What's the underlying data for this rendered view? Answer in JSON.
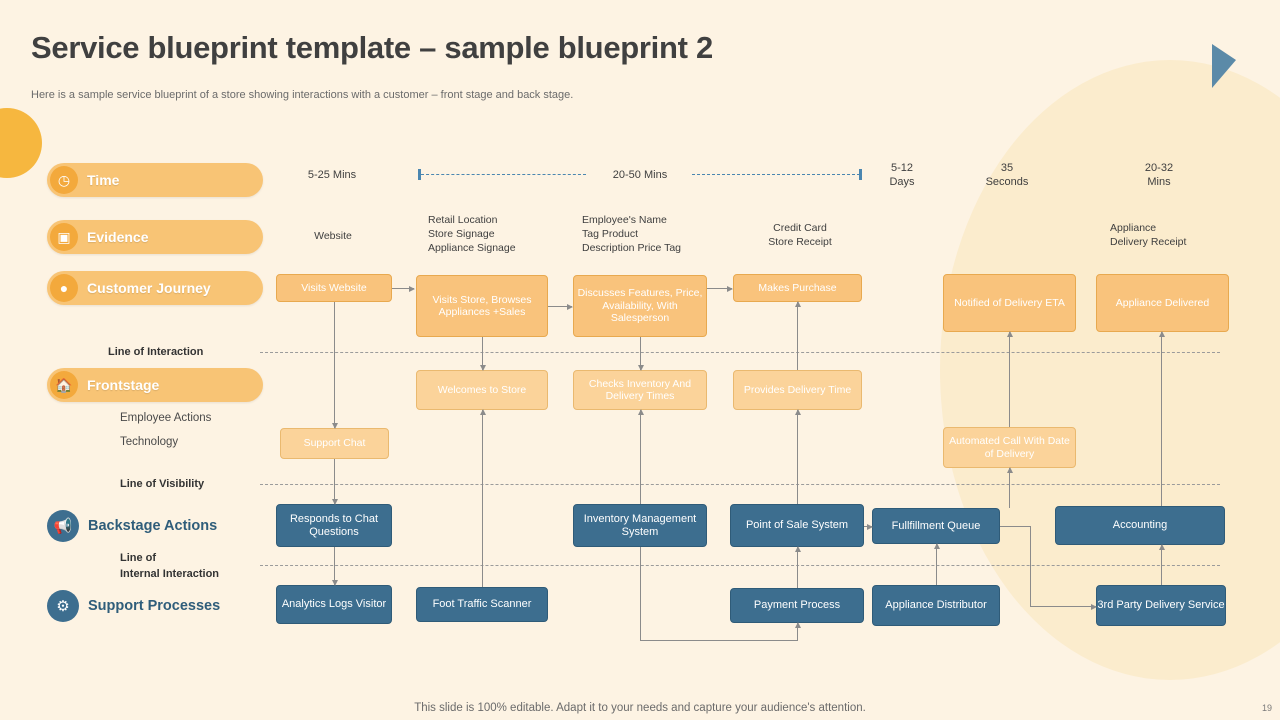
{
  "slide": {
    "title": "Service blueprint template – sample blueprint 2",
    "subtitle": "Here is a sample service blueprint of a store showing interactions with a customer – front stage and back stage.",
    "footer": "This slide is 100% editable. Adapt it to your needs and capture your audience's attention.",
    "page_number": "19"
  },
  "colors": {
    "background": "#fdf3e3",
    "orange": "#f9c37c",
    "orange_light": "#fbd39a",
    "blue": "#3d6e8f",
    "accent_blue": "#4a86b0",
    "title": "#404040"
  },
  "rows": {
    "time": {
      "label": "Time",
      "icon": "clock-icon"
    },
    "evidence": {
      "label": "Evidence",
      "icon": "evidence-icon"
    },
    "customer_journey": {
      "label": "Customer Journey",
      "icon": "pin-icon"
    },
    "frontstage": {
      "label": "Frontstage",
      "icon": "store-icon"
    },
    "backstage": {
      "label": "Backstage Actions",
      "icon": "megaphone-icon"
    },
    "support": {
      "label": "Support Processes",
      "icon": "gears-icon"
    }
  },
  "lines": {
    "interaction": "Line of Interaction",
    "visibility": "Line of Visibility",
    "internal_1": "Line of",
    "internal_2": "Internal Interaction"
  },
  "sub_labels": {
    "employee_actions": "Employee Actions",
    "technology": "Technology"
  },
  "times": [
    {
      "text": "5-25 Mins"
    },
    {
      "text": "20-50 Mins"
    },
    {
      "line1": "5-12",
      "line2": "Days"
    },
    {
      "line1": "35",
      "line2": "Seconds"
    },
    {
      "line1": "20-32",
      "line2": "Mins"
    }
  ],
  "evidence": [
    {
      "text": "Website"
    },
    {
      "lines": [
        "Retail Location",
        "Store Signage",
        "Appliance Signage"
      ]
    },
    {
      "lines": [
        "Employee's Name",
        "Tag Product",
        "Description Price Tag"
      ]
    },
    {
      "lines": [
        "Credit Card",
        "Store Receipt"
      ]
    },
    {
      "lines": [
        "Appliance",
        "Delivery Receipt"
      ]
    }
  ],
  "customer_journey_boxes": [
    {
      "text": "Visits Website"
    },
    {
      "text": "Visits Store, Browses Appliances +Sales"
    },
    {
      "text": "Discusses Features, Price, Availability, With Salesperson"
    },
    {
      "text": "Makes Purchase"
    },
    {
      "text": "Notified of Delivery ETA"
    },
    {
      "text": "Appliance Delivered"
    }
  ],
  "frontstage_boxes": [
    {
      "text": "Welcomes to Store"
    },
    {
      "text": "Checks Inventory And Delivery Times"
    },
    {
      "text": "Provides Delivery Time"
    },
    {
      "text": "Support Chat"
    },
    {
      "text": "Automated Call With Date of Delivery"
    }
  ],
  "backstage_boxes": [
    {
      "text": "Responds to Chat Questions"
    },
    {
      "text": "Inventory Management System"
    },
    {
      "text": "Point of Sale System"
    },
    {
      "text": "Fullfillment Queue"
    },
    {
      "text": "Accounting"
    }
  ],
  "support_boxes": [
    {
      "text": "Analytics Logs Visitor"
    },
    {
      "text": "Foot Traffic Scanner"
    },
    {
      "text": "Payment Process"
    },
    {
      "text": "Appliance Distributor"
    },
    {
      "text": "3rd Party Delivery Service"
    }
  ]
}
